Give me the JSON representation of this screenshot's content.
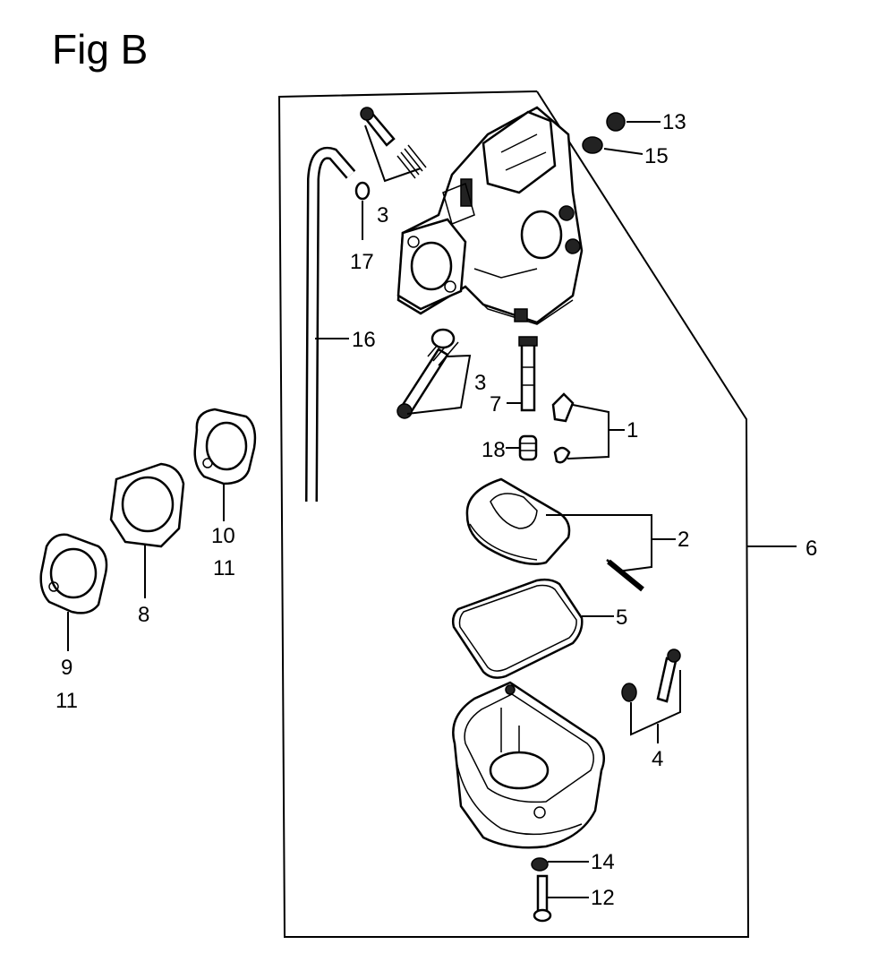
{
  "figure": {
    "title": "Fig B"
  },
  "callouts": {
    "c1": "1",
    "c2": "2",
    "c3a": "3",
    "c3b": "3",
    "c4": "4",
    "c5": "5",
    "c6": "6",
    "c7": "7",
    "c8": "8",
    "c9": "9",
    "c9b": "11",
    "c10": "10",
    "c10b": "11",
    "c12": "12",
    "c13": "13",
    "c14": "14",
    "c15": "15",
    "c16": "16",
    "c17": "17",
    "c18": "18"
  },
  "parts": [
    "carburetor-body",
    "fuel-tube",
    "float",
    "float-chamber-gasket",
    "float-chamber",
    "main-jet",
    "pilot-screw",
    "float-valve",
    "drain-screw",
    "insulator",
    "gaskets",
    "nuts"
  ]
}
